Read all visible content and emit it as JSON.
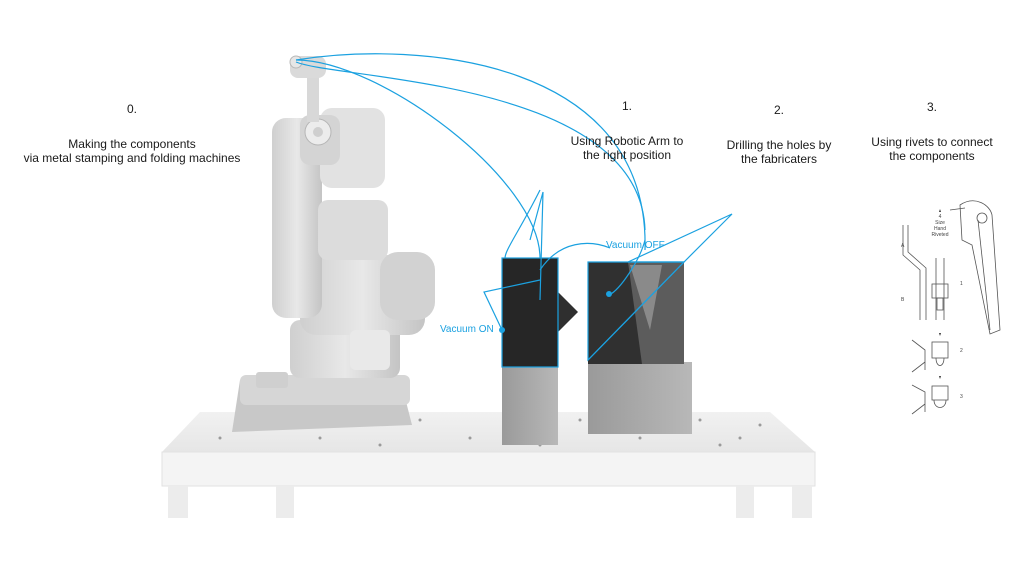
{
  "steps": [
    {
      "number": "0.",
      "lines": [
        "Making the components",
        "via metal stamping and folding machines"
      ]
    },
    {
      "number": "1.",
      "lines": [
        "Using Robotic Arm to",
        "the right position"
      ]
    },
    {
      "number": "2.",
      "lines": [
        "Drilling the holes by",
        "the fabricaters"
      ]
    },
    {
      "number": "3.",
      "lines": [
        "Using rivets to connect",
        "the components"
      ]
    }
  ],
  "labels": {
    "vacuum_on": "Vacuum ON",
    "vacuum_off": "Vacuum OFF"
  },
  "rivet_diagram": {
    "size_note": [
      "4",
      "Size",
      "Hand",
      "Riveted"
    ],
    "part_a": "A",
    "part_b": "B",
    "stage_1": "1",
    "stage_2": "2",
    "stage_3": "3"
  },
  "colors": {
    "accent": "#1ba1e0",
    "text": "#1a1a1a",
    "dark_block": "#2b2b2b",
    "robot": "#d9d9d9"
  }
}
